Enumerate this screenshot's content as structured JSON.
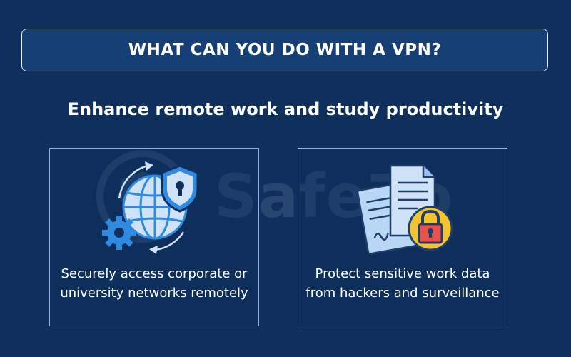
{
  "header": {
    "title": "WHAT CAN YOU DO WITH A VPN?"
  },
  "subtitle": "Enhance remote work and study productivity",
  "watermark": {
    "text": "SafeZo"
  },
  "cards": [
    {
      "text": "Securely access corporate or university networks remotely",
      "icon": "globe-shield-gear-icon"
    },
    {
      "text": "Protect sensitive work data from hackers and surveillance",
      "icon": "documents-lock-icon"
    }
  ],
  "colors": {
    "background": "#0f2f5c",
    "title_box": "#163f75",
    "card_border": "#8fb3e0",
    "icon_blue": "#2f8be0",
    "icon_light": "#cfe2f7",
    "lock_yellow": "#f4c430",
    "lock_red": "#e8524a"
  }
}
